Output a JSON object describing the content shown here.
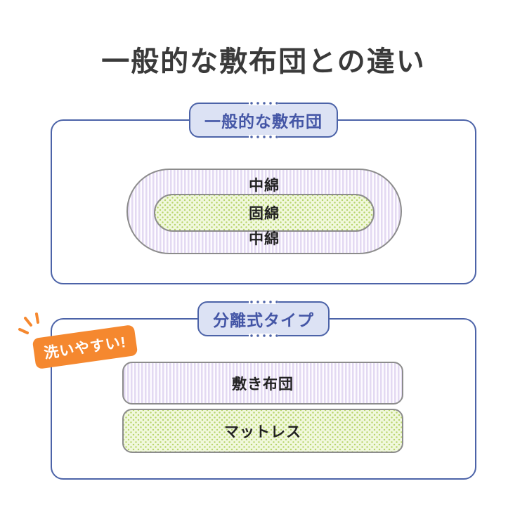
{
  "title": "一般的な敷布団との違い",
  "sections": {
    "general": {
      "label": "一般的な敷布団",
      "layers": {
        "top": "中綿",
        "middle": "固綿",
        "bottom": "中綿"
      }
    },
    "separate": {
      "label": "分離式タイプ",
      "badge": "洗いやすい!",
      "layers": {
        "futon": "敷き布団",
        "mattress": "マットレス"
      }
    }
  },
  "colors": {
    "accent_blue": "#4c63a8",
    "pill_background": "#dce2f4",
    "badge_orange": "#f5882f",
    "stripe_lavender": "#e3d9f2",
    "dot_green": "#b8d56e",
    "green_background": "#f1f8dd",
    "outline_gray": "#8c8c8c",
    "title_text": "#3a3a3a"
  }
}
